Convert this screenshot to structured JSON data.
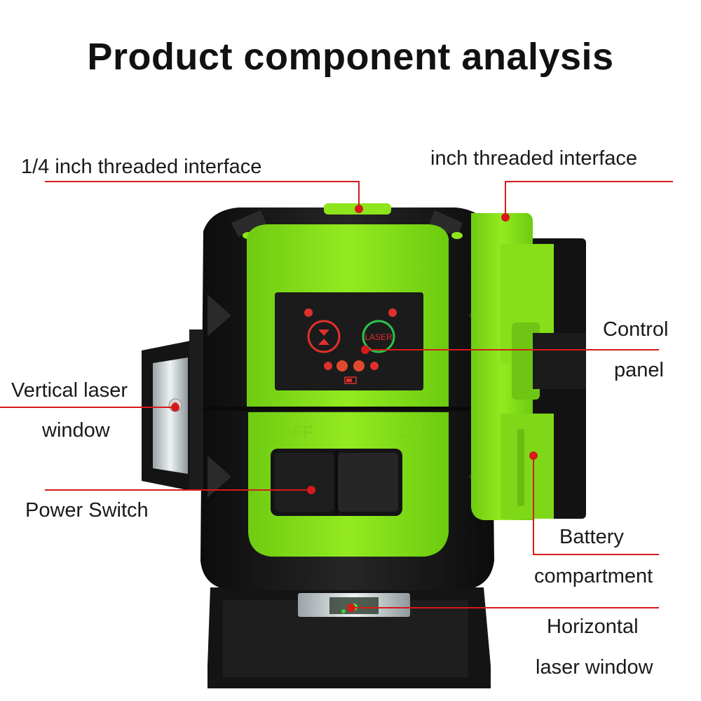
{
  "title": "Product component analysis",
  "labels": {
    "threaded_left": "1/4 inch threaded interface",
    "threaded_right": "inch threaded interface",
    "control_panel_1": "Control",
    "control_panel_2": "panel",
    "vertical_window_1": "Vertical laser",
    "vertical_window_2": "window",
    "power_switch": "Power Switch",
    "battery_1": "Battery",
    "battery_2": "compartment",
    "horizontal_window_1": "Horizontal",
    "horizontal_window_2": "laser window"
  },
  "device": {
    "switch_off": "OFF",
    "switch_on": "ON",
    "laser_button": "LASER"
  },
  "colors": {
    "body_green": "#8ee51c",
    "body_black": "#151515",
    "leader_red": "#d61a1a",
    "panel_dark": "#1b1b1b",
    "led_red": "#e0302c"
  }
}
